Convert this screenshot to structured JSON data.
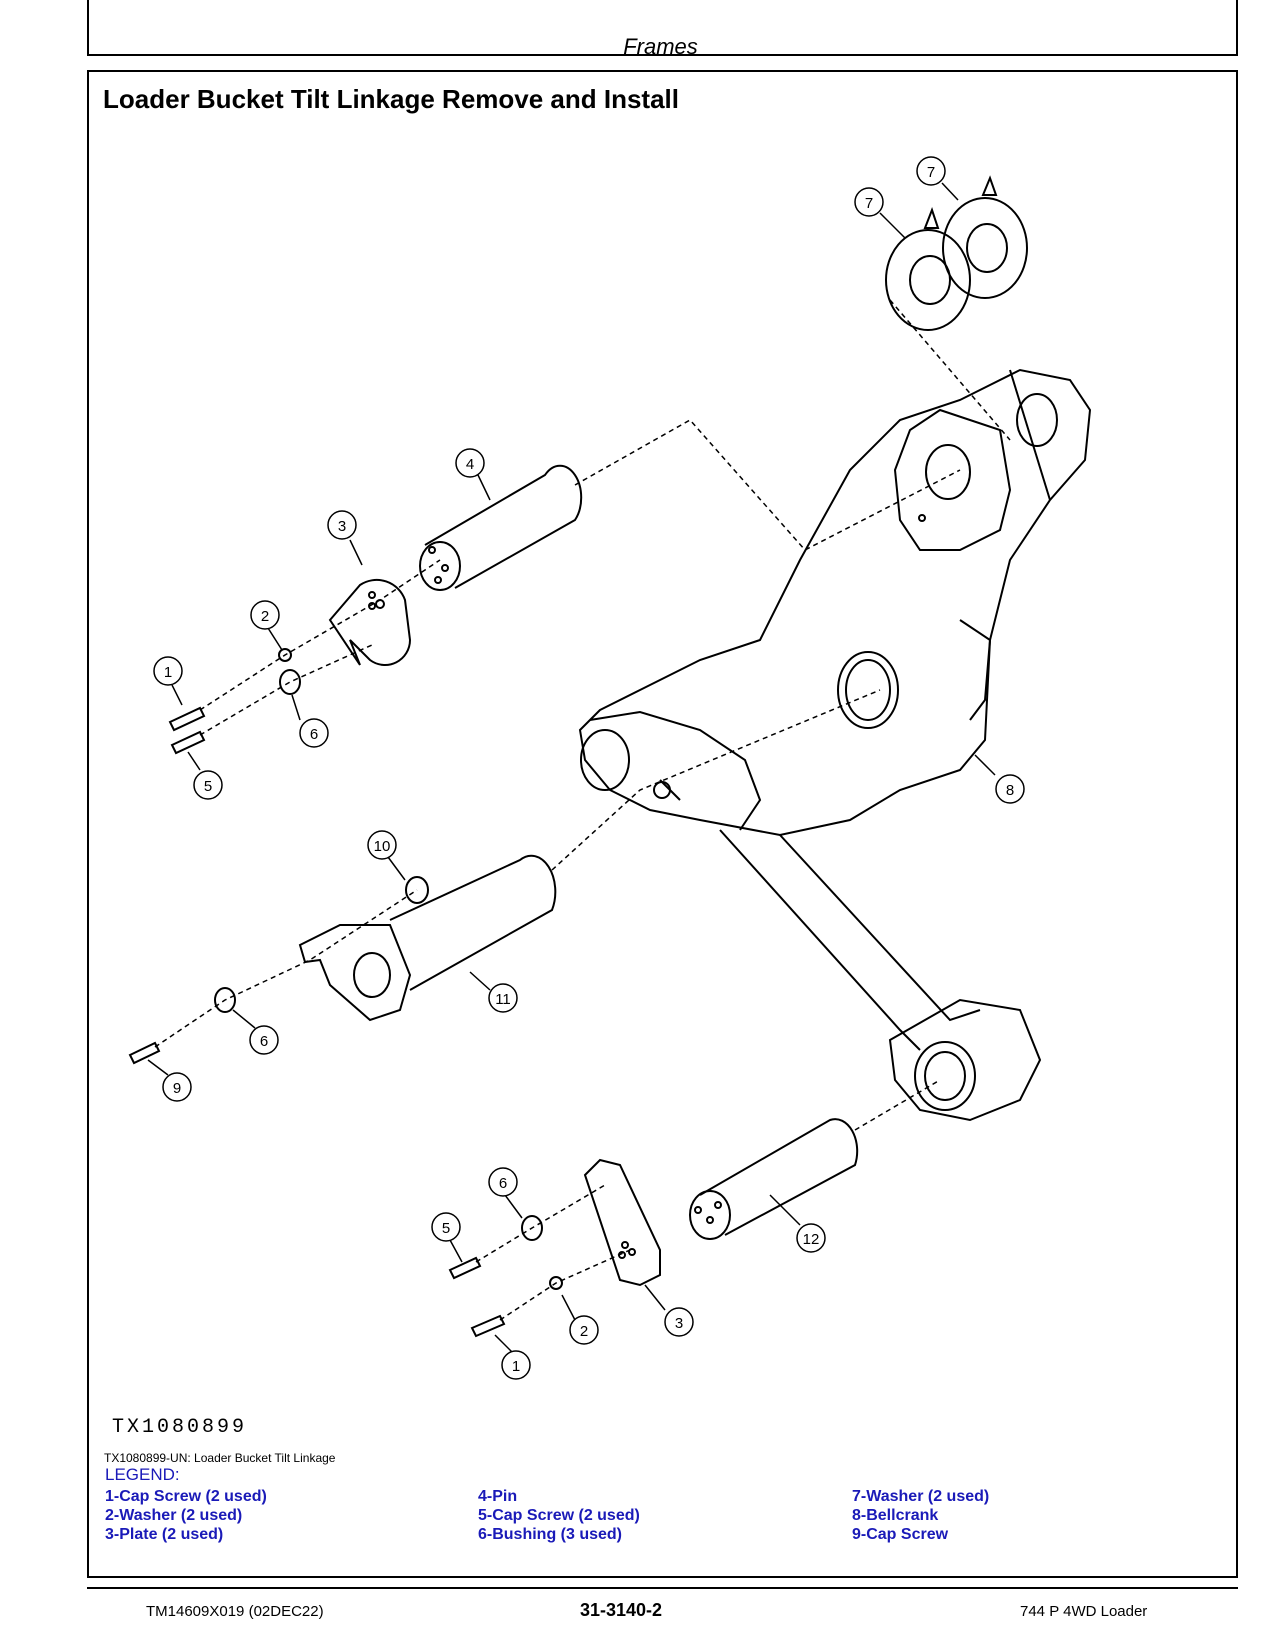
{
  "header": {
    "section": "Frames"
  },
  "title": "Loader Bucket Tilt Linkage Remove and Install",
  "figure": {
    "id": "TX1080899",
    "caption": "TX1080899-UN: Loader Bucket Tilt Linkage",
    "callouts": [
      "1",
      "2",
      "3",
      "4",
      "5",
      "6",
      "7",
      "8",
      "9",
      "10",
      "11",
      "12"
    ]
  },
  "legend": {
    "title": "LEGEND:",
    "col1": [
      "1-Cap Screw (2 used)",
      "2-Washer (2 used)",
      "3-Plate (2 used)"
    ],
    "col2": [
      "4-Pin",
      "5-Cap Screw (2 used)",
      "6-Bushing (3 used)"
    ],
    "col3": [
      "7-Washer (2 used)",
      "8-Bellcrank",
      "9-Cap Screw"
    ]
  },
  "footer": {
    "doc": "TM14609X019 (02DEC22)",
    "page": "31-3140-2",
    "model": "744 P 4WD Loader"
  }
}
